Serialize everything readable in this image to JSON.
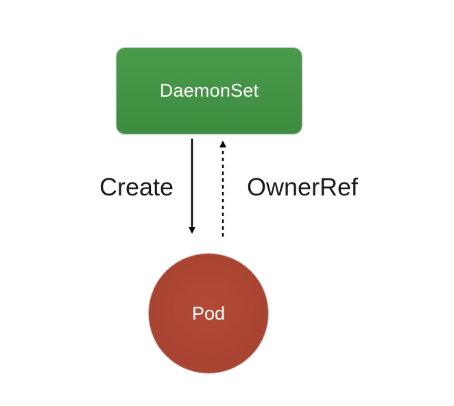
{
  "nodes": {
    "daemonset": {
      "label": "DaemonSet",
      "color": "#3f8f41"
    },
    "pod": {
      "label": "Pod",
      "color": "#a8432f"
    }
  },
  "edges": {
    "create": {
      "label": "Create",
      "style": "solid",
      "direction": "daemonset-to-pod"
    },
    "ownerref": {
      "label": "OwnerRef",
      "style": "dashed",
      "direction": "pod-to-daemonset"
    }
  }
}
